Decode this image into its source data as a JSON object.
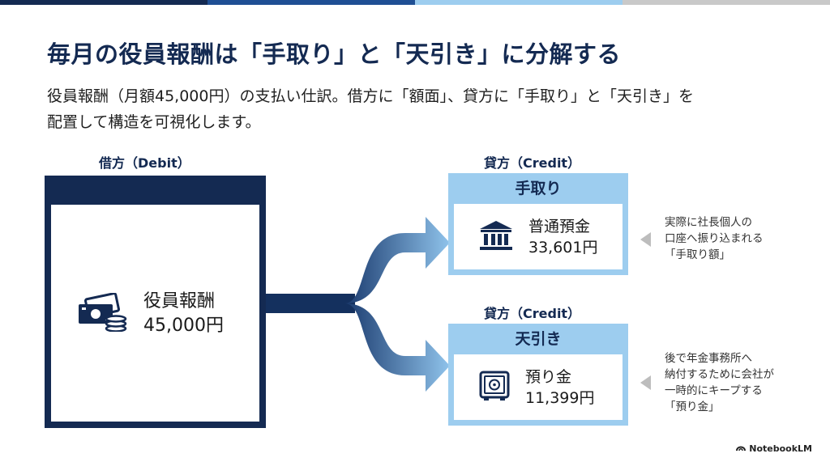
{
  "title": "毎月の役員報酬は「手取り」と「天引き」に分解する",
  "subtitle_line1": "役員報酬（月額45,000円）の支払い仕訳。借方に「額面」、貸方に「手取り」と「天引き」を",
  "subtitle_line2": "配置して構造を可視化します。",
  "debit": {
    "label": "借方（Debit）",
    "account": "役員報酬",
    "amount": "45,000円",
    "icon": "money-icon"
  },
  "credits": [
    {
      "label": "貸方（Credit）",
      "header": "手取り",
      "account": "普通預金",
      "amount": "33,601円",
      "icon": "bank-icon",
      "note_lines": [
        "実際に社長個人の",
        "口座へ振り込まれる",
        "「手取り額」"
      ]
    },
    {
      "label": "貸方（Credit）",
      "header": "天引き",
      "account": "預り金",
      "amount": "11,399円",
      "icon": "safe-icon",
      "note_lines": [
        "後で年金事務所へ",
        "納付するために会社が",
        "一時的にキープする",
        "「預り金」"
      ]
    }
  ],
  "brand": "NotebookLM",
  "colors": {
    "navy": "#142a52",
    "light_blue": "#9dcdef",
    "gray": "#bdbdbd"
  }
}
